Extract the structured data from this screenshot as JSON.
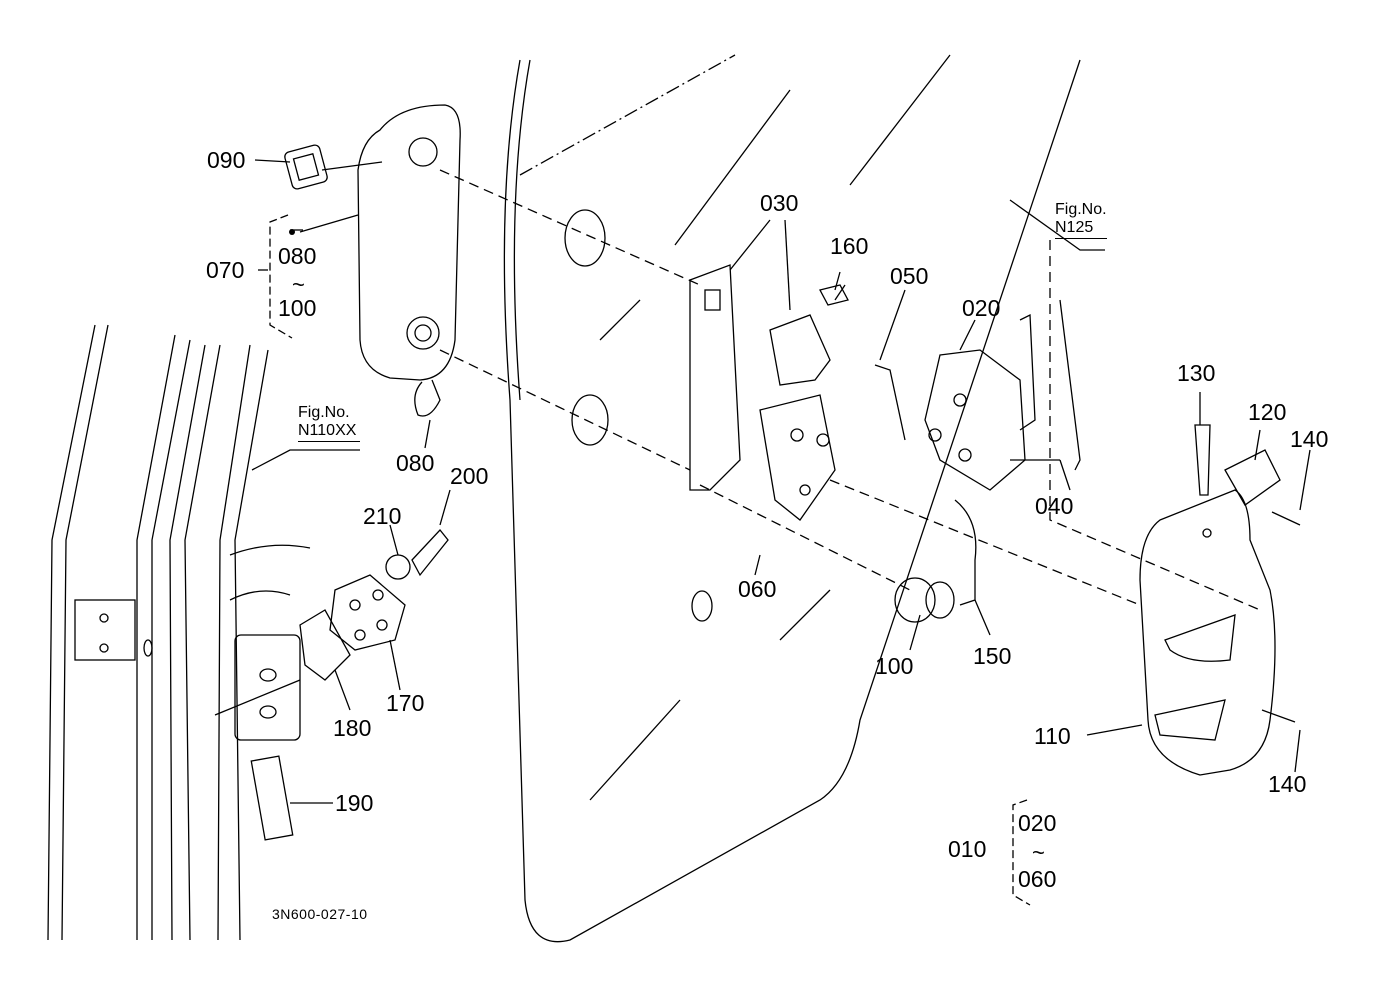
{
  "diagram": {
    "drawing_code": "3N600-027-10",
    "fig_refs": [
      {
        "title": "Fig.No.",
        "number": "N110XX"
      },
      {
        "title": "Fig.No.",
        "number": "N125"
      }
    ],
    "groups": [
      {
        "parent": "070",
        "from": "080",
        "sep": "~",
        "to": "100"
      },
      {
        "parent": "010",
        "from": "020",
        "sep": "~",
        "to": "060"
      }
    ],
    "parts": [
      "090",
      "070",
      "080",
      "030",
      "160",
      "050",
      "020",
      "130",
      "120",
      "140",
      "040",
      "200",
      "210",
      "060",
      "170",
      "180",
      "100",
      "150",
      "110",
      "140",
      "190",
      "080"
    ]
  }
}
